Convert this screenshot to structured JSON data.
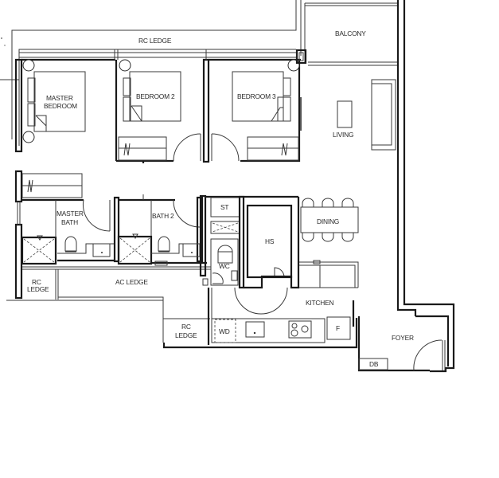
{
  "plan": {
    "type": "residential floor plan",
    "rooms": {
      "rc_ledge_top": "RC LEDGE",
      "balcony": "BALCONY",
      "master_bedroom_line1": "MASTER",
      "master_bedroom_line2": "BEDROOM",
      "bedroom_2": "BEDROOM 2",
      "bedroom_3": "BEDROOM 3",
      "living": "LIVING",
      "master_bath_line1": "MASTER",
      "master_bath_line2": "BATH",
      "bath_2": "BATH 2",
      "st": "ST",
      "hs": "HS",
      "wc": "WC",
      "dining": "DINING",
      "kitchen": "KITCHEN",
      "wd": "WD",
      "f": "F",
      "foyer": "FOYER",
      "db": "DB",
      "rc_ledge_left_line1": "RC",
      "rc_ledge_left_line2": "LEDGE",
      "ac_ledge": "AC LEDGE",
      "rc_ledge_bottom_line1": "RC",
      "rc_ledge_bottom_line2": "LEDGE"
    },
    "colors": {
      "background": "#ffffff",
      "lines": "#1a1a1a",
      "text": "#2a2a2a"
    }
  }
}
